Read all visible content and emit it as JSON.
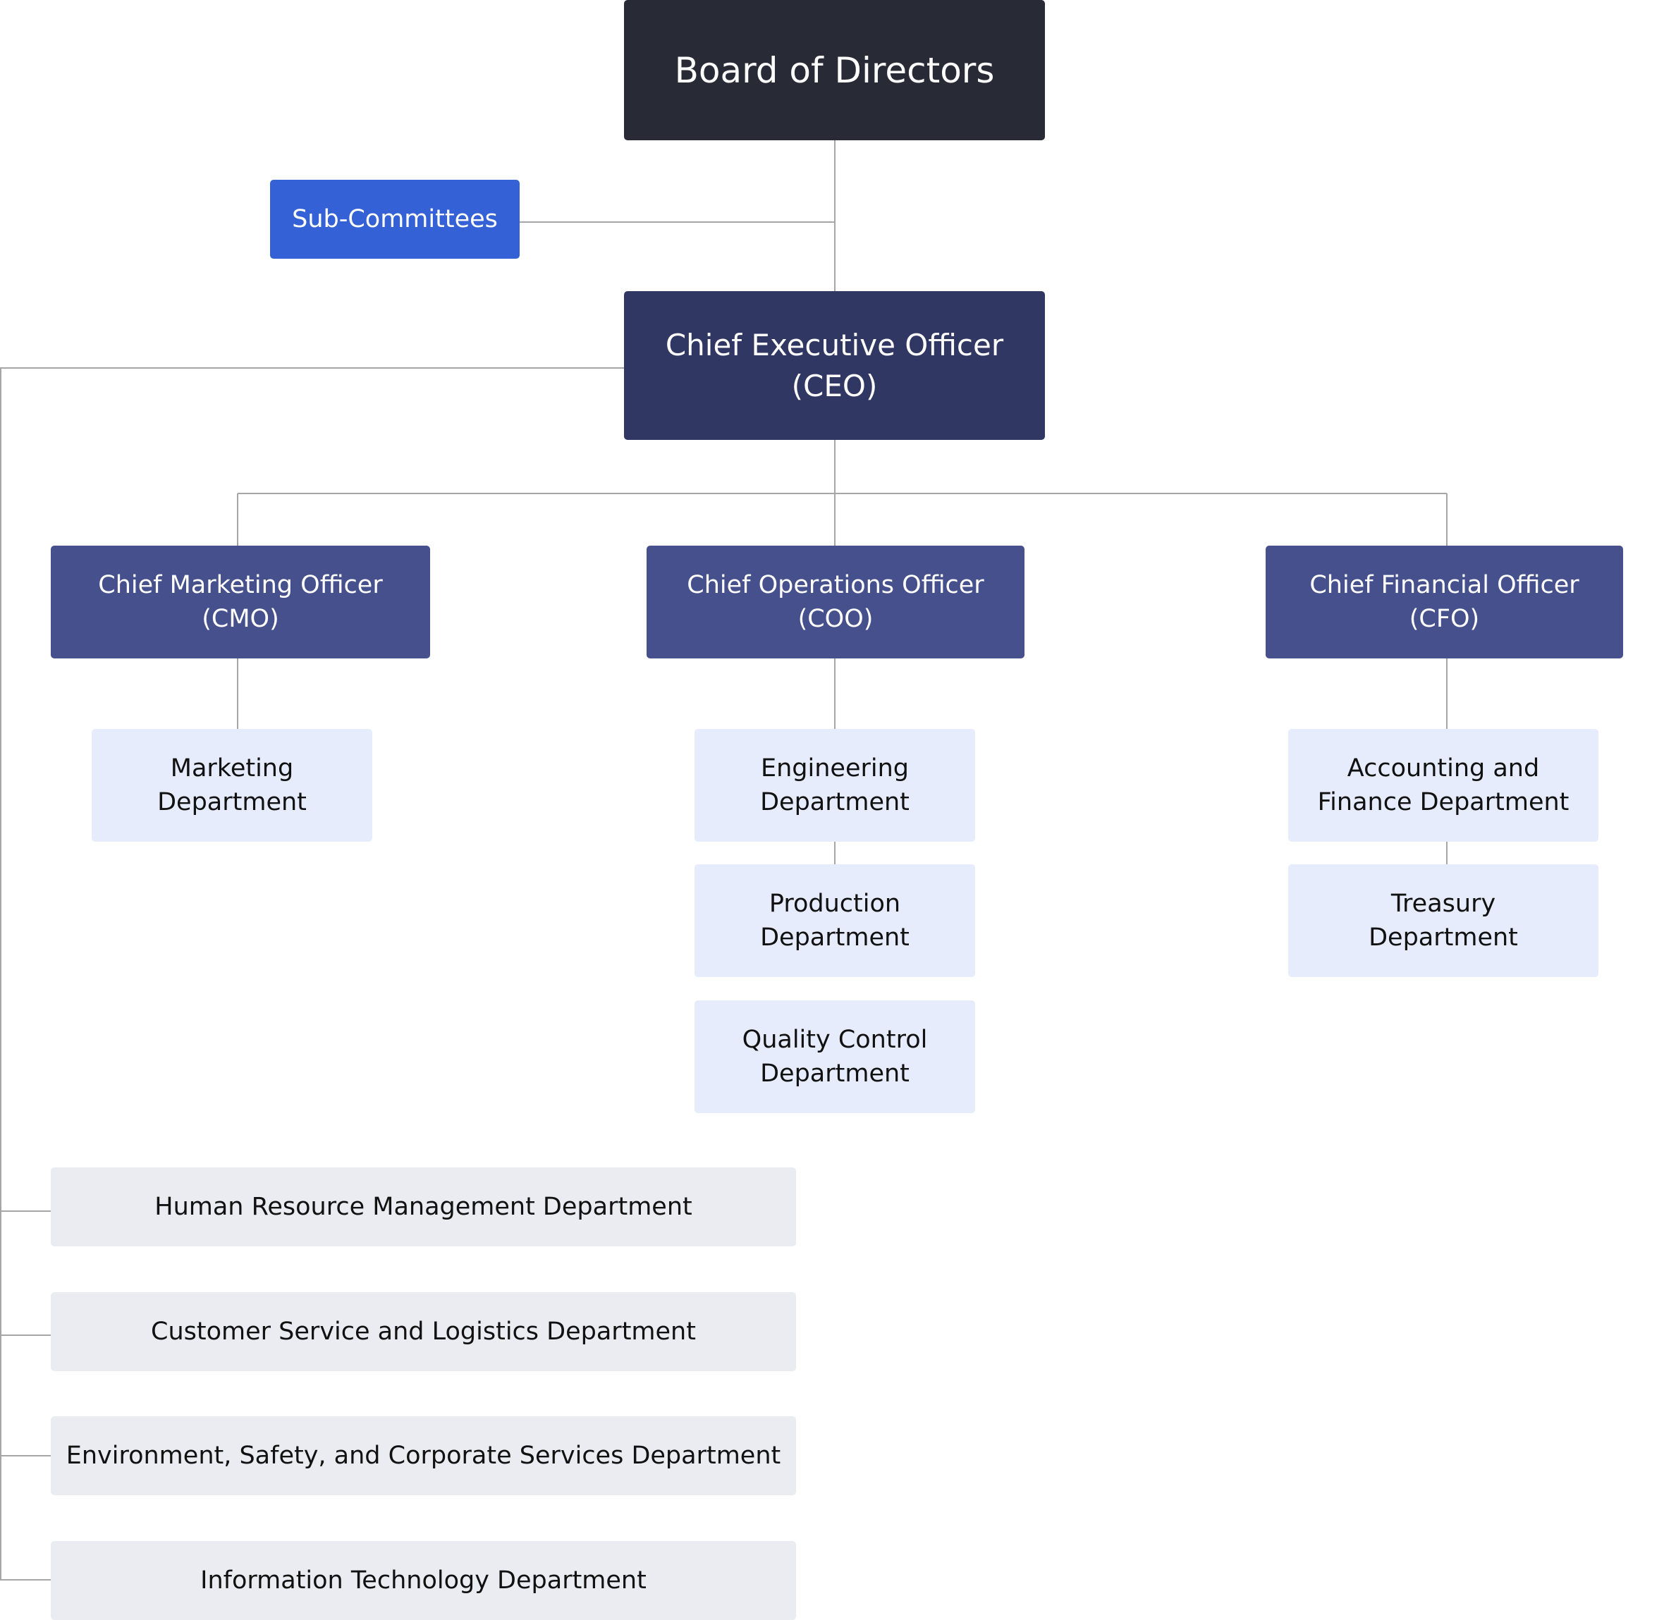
{
  "board": {
    "label": "Board of Directors"
  },
  "subcommittees": {
    "label": "Sub-Committees"
  },
  "ceo": {
    "label": "Chief Executive Officer\n(CEO)"
  },
  "cmo": {
    "label": "Chief Marketing Officer\n(CMO)",
    "departments": [
      "Marketing\nDepartment"
    ]
  },
  "coo": {
    "label": "Chief Operations Officer\n(COO)",
    "departments": [
      "Engineering\nDepartment",
      "Production\nDepartment",
      "Quality Control\nDepartment"
    ]
  },
  "cfo": {
    "label": "Chief Financial Officer\n(CFO)",
    "departments": [
      "Accounting and\nFinance Department",
      "Treasury\nDepartment"
    ]
  },
  "ceo_departments": [
    "Human Resource Management Department",
    "Customer Service and Logistics Department",
    "Environment, Safety, and Corporate Services Department",
    "Information Technology Department"
  ],
  "colors": {
    "board": "#282a36",
    "subcommittees": "#3561d6",
    "ceo": "#313763",
    "executives": "#45508c",
    "executive_departments": "#e6ecfc",
    "ceo_departments": "#ebebf2",
    "connector": "#a6a6a6"
  }
}
